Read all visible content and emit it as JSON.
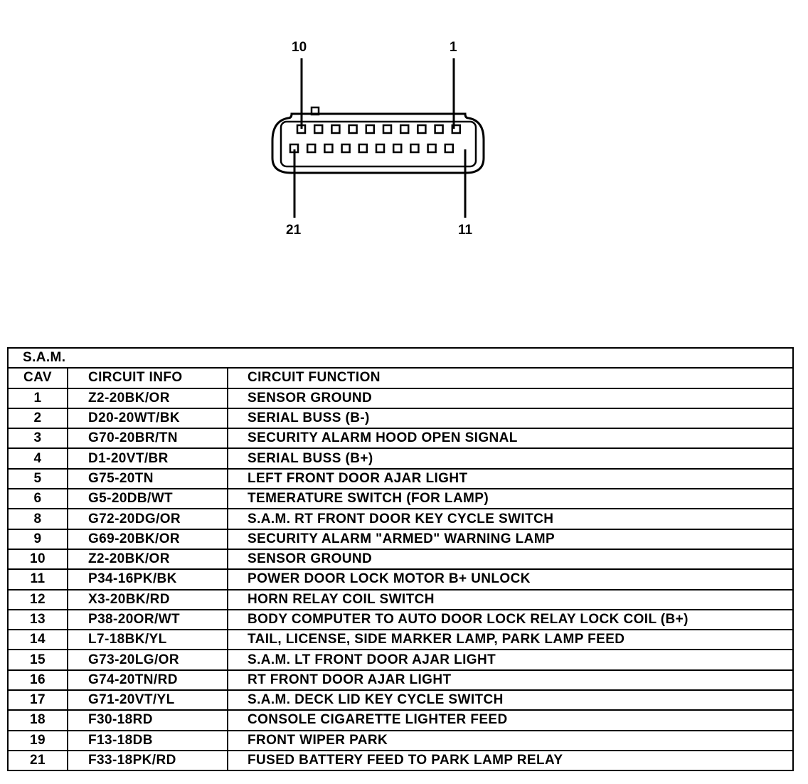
{
  "connector": {
    "pin_labels": {
      "top_left": "10",
      "top_right": "1",
      "bottom_left": "21",
      "bottom_right": "11"
    },
    "pins_per_row": 10
  },
  "table": {
    "title": "S.A.M.",
    "headers": {
      "cav": "CAV",
      "circuit_info": "CIRCUIT INFO",
      "circuit_function": "CIRCUIT FUNCTION"
    },
    "rows": [
      {
        "cav": "1",
        "info": "Z2-20BK/OR",
        "function": "SENSOR GROUND"
      },
      {
        "cav": "2",
        "info": "D20-20WT/BK",
        "function": "SERIAL BUSS (B-)"
      },
      {
        "cav": "3",
        "info": "G70-20BR/TN",
        "function": "SECURITY ALARM HOOD OPEN SIGNAL"
      },
      {
        "cav": "4",
        "info": "D1-20VT/BR",
        "function": "SERIAL BUSS (B+)"
      },
      {
        "cav": "5",
        "info": "G75-20TN",
        "function": "LEFT FRONT DOOR AJAR LIGHT"
      },
      {
        "cav": "6",
        "info": "G5-20DB/WT",
        "function": "TEMERATURE SWITCH (FOR LAMP)"
      },
      {
        "cav": "8",
        "info": "G72-20DG/OR",
        "function": "S.A.M. RT FRONT DOOR KEY CYCLE SWITCH"
      },
      {
        "cav": "9",
        "info": "G69-20BK/OR",
        "function": "SECURITY ALARM \"ARMED\" WARNING LAMP"
      },
      {
        "cav": "10",
        "info": "Z2-20BK/OR",
        "function": "SENSOR GROUND"
      },
      {
        "cav": "11",
        "info": "P34-16PK/BK",
        "function": "POWER DOOR LOCK MOTOR B+ UNLOCK"
      },
      {
        "cav": "12",
        "info": "X3-20BK/RD",
        "function": "HORN RELAY COIL SWITCH"
      },
      {
        "cav": "13",
        "info": "P38-20OR/WT",
        "function": "BODY COMPUTER TO AUTO DOOR LOCK RELAY LOCK COIL (B+)"
      },
      {
        "cav": "14",
        "info": "L7-18BK/YL",
        "function": "TAIL, LICENSE, SIDE MARKER LAMP, PARK LAMP FEED"
      },
      {
        "cav": "15",
        "info": "G73-20LG/OR",
        "function": "S.A.M. LT FRONT DOOR AJAR LIGHT"
      },
      {
        "cav": "16",
        "info": "G74-20TN/RD",
        "function": "RT FRONT DOOR AJAR LIGHT"
      },
      {
        "cav": "17",
        "info": "G71-20VT/YL",
        "function": "S.A.M. DECK LID KEY CYCLE SWITCH"
      },
      {
        "cav": "18",
        "info": "F30-18RD",
        "function": "CONSOLE CIGARETTE LIGHTER FEED"
      },
      {
        "cav": "19",
        "info": "F13-18DB",
        "function": "FRONT WIPER PARK"
      },
      {
        "cav": "21",
        "info": "F33-18PK/RD",
        "function": "FUSED BATTERY FEED TO PARK LAMP RELAY"
      }
    ]
  }
}
